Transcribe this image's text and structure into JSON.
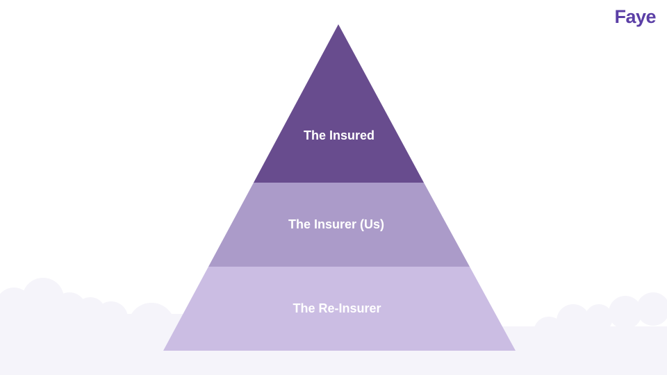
{
  "logo": {
    "text": "Faye",
    "color": "#5b3fa6"
  },
  "pyramid": {
    "tiers": [
      {
        "label": "The Insured",
        "color": "#684c8e"
      },
      {
        "label": "The Insurer (Us)",
        "color": "#ab9bc9"
      },
      {
        "label": "The Re-Insurer",
        "color": "#cbbde3"
      }
    ]
  },
  "background": {
    "page_color": "#ffffff",
    "cloud_color": "#f5f4fa"
  }
}
